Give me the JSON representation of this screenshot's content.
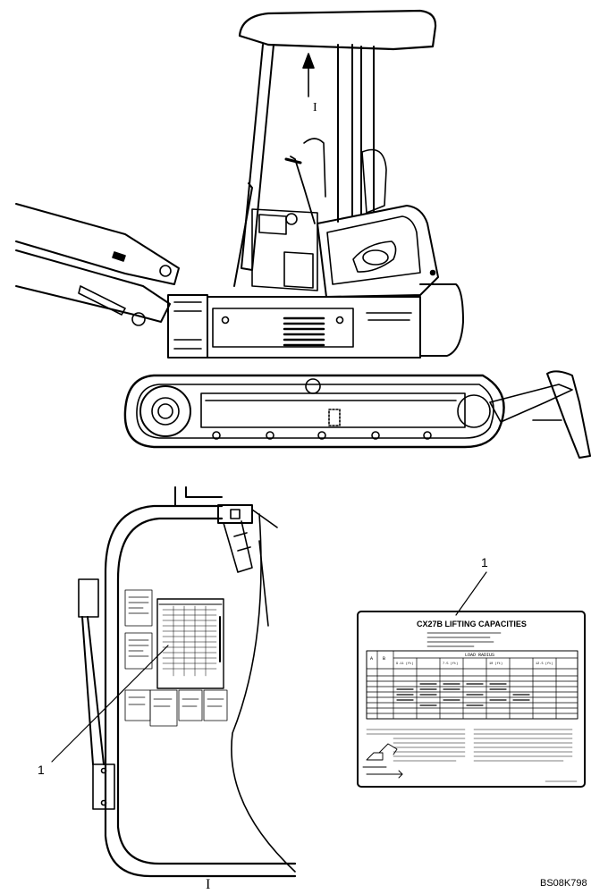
{
  "view_arrow": {
    "label": "I"
  },
  "callouts": {
    "top_left_number": "1",
    "decal_number": "1"
  },
  "bottom_view_label": "I",
  "figure_code": "BS08K798",
  "decal": {
    "title": "CX27B LIFTING CAPACITIES",
    "subtitle": "LOAD RADIUS",
    "col_headers": [
      "A",
      "B"
    ],
    "radius_labels": [
      "9.11 (ft)",
      "7.5 (ft)",
      "10 (ft)",
      "12.5 (ft)"
    ]
  }
}
